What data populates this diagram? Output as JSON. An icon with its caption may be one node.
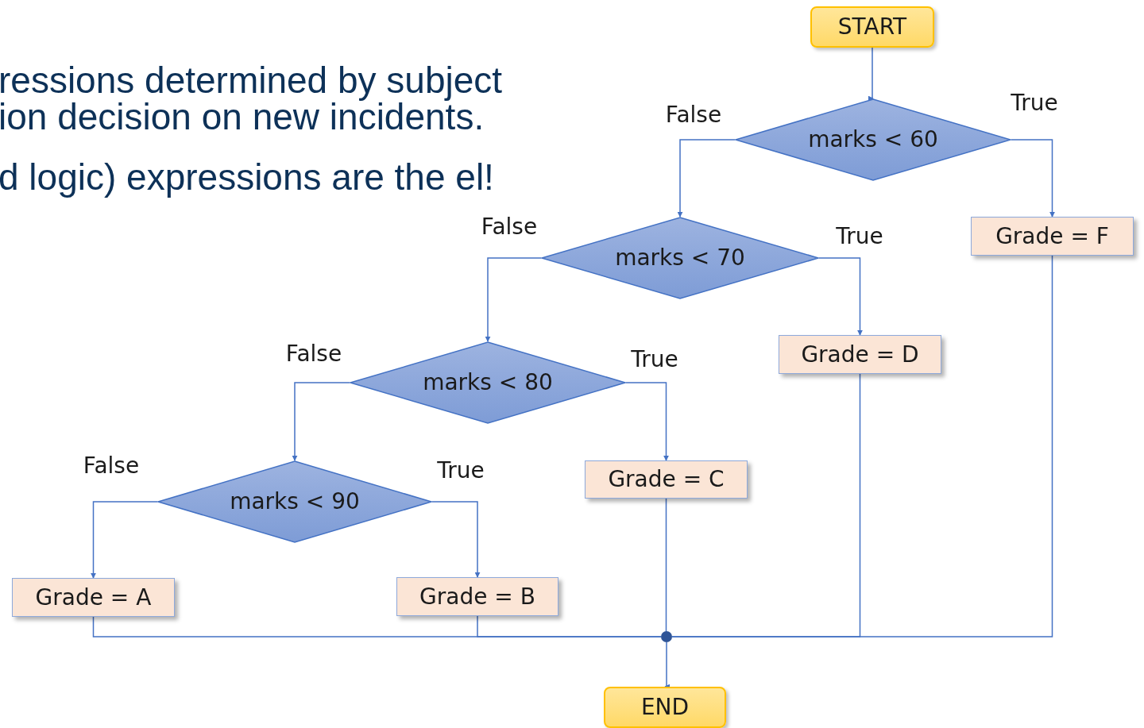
{
  "diagram": {
    "nodes": [
      {
        "text": [
          "START"
        ]
      },
      {
        "text": [
          "marks < 60"
        ]
      },
      {
        "text": [
          "marks < 70"
        ]
      },
      {
        "text": [
          "marks < 80"
        ]
      },
      {
        "text": [
          "marks < 90"
        ]
      },
      {
        "text": [
          "Grade = F"
        ]
      },
      {
        "text": [
          "Grade = D"
        ]
      },
      {
        "text": [
          "Grade = C"
        ]
      },
      {
        "text": [
          "Grade = B"
        ]
      },
      {
        "text": [
          "Grade = A"
        ]
      },
      {
        "text": [
          "END"
        ]
      },
      {
        "text": [],
        "shape": "circle"
      }
    ],
    "edges": [
      {
        "from": 0,
        "to": 1,
        "arrow": "to"
      },
      {
        "from": 1,
        "to": 2,
        "arrow": "to",
        "label": "False"
      },
      {
        "from": 1,
        "to": 5,
        "arrow": "to",
        "label": "True"
      },
      {
        "from": 2,
        "to": 3,
        "arrow": "to",
        "label": "False"
      },
      {
        "from": 2,
        "to": 6,
        "arrow": "to",
        "label": "True"
      },
      {
        "from": 3,
        "to": 4,
        "arrow": "to",
        "label": "False"
      },
      {
        "from": 3,
        "to": 7,
        "arrow": "to",
        "label": "True"
      },
      {
        "from": 4,
        "to": 9,
        "arrow": "to",
        "label": "False"
      },
      {
        "from": 4,
        "to": 8,
        "arrow": "to",
        "label": "True"
      },
      {
        "from": 9,
        "to": 11,
        "arrow": "none"
      },
      {
        "from": 8,
        "to": 11,
        "arrow": "none"
      },
      {
        "from": 7,
        "to": 11,
        "arrow": "none"
      },
      {
        "from": 6,
        "to": 11,
        "arrow": "none"
      },
      {
        "from": 5,
        "to": 11,
        "arrow": "none"
      },
      {
        "from": 11,
        "to": 10,
        "arrow": "to"
      }
    ],
    "labels": [
      "ressions determined by subject ion decision on new incidents.",
      "d logic) expressions are the el!"
    ]
  }
}
